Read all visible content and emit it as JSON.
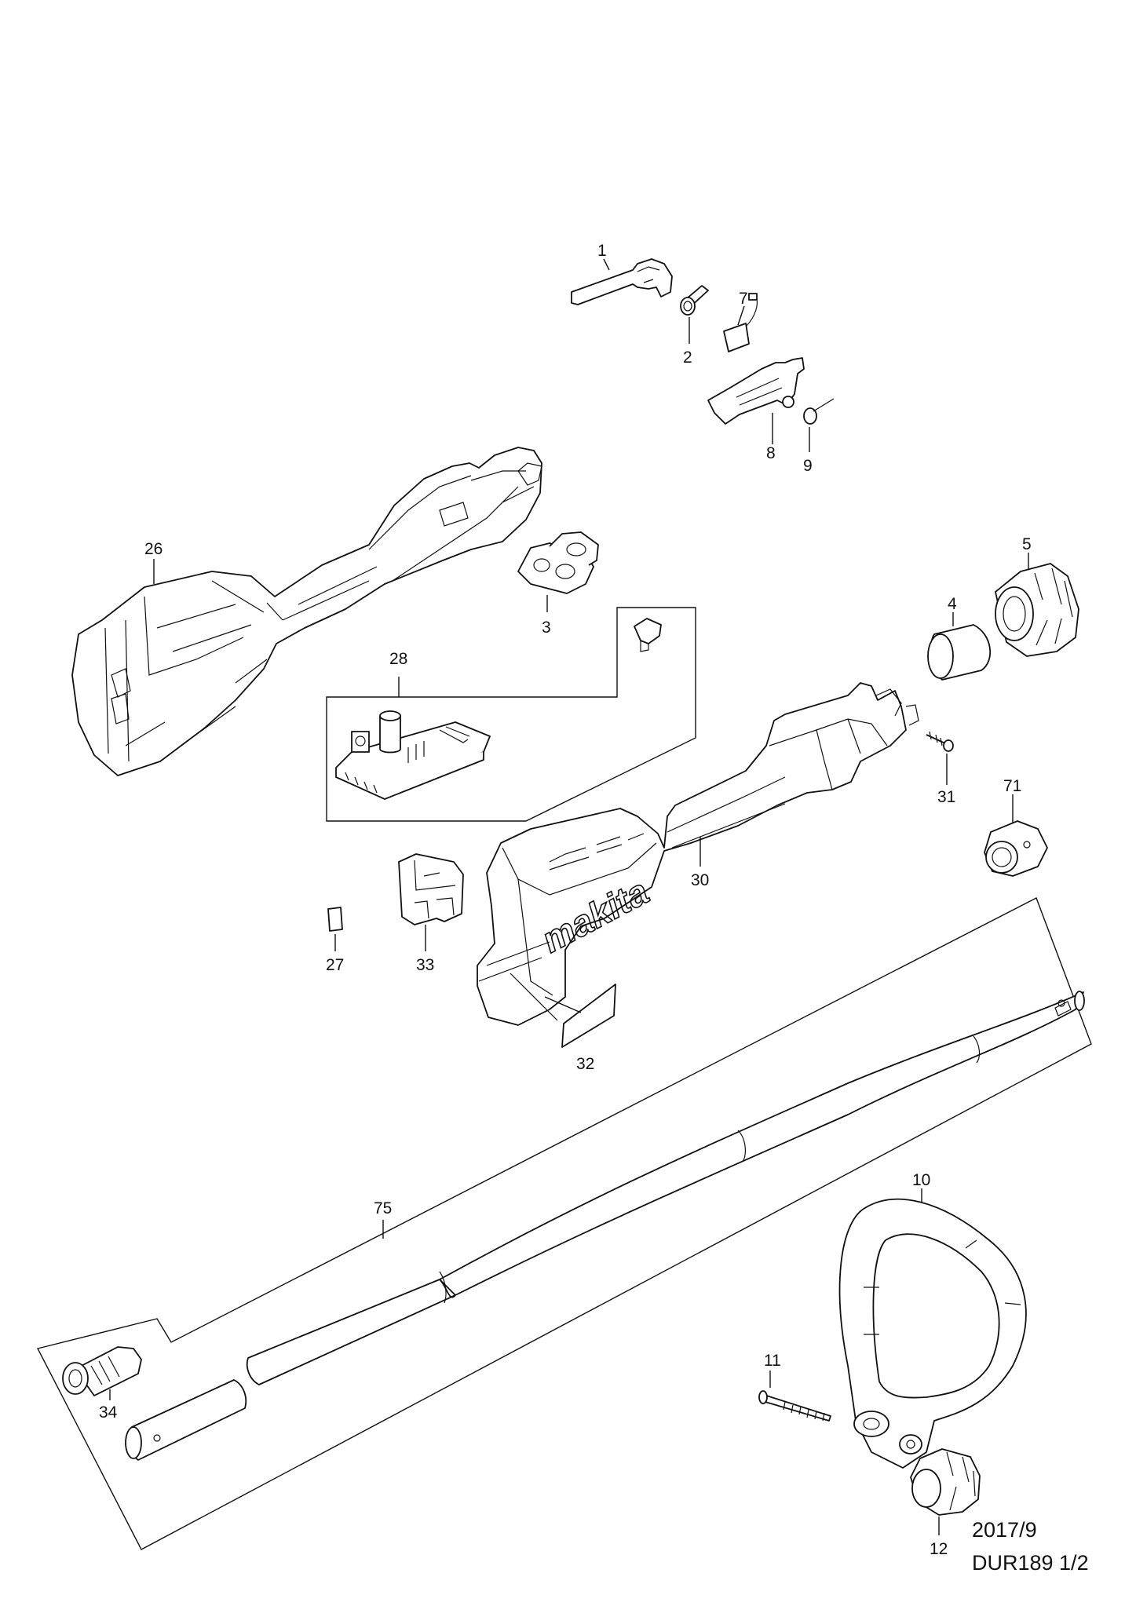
{
  "diagram": {
    "labels": [
      "1",
      "2",
      "7",
      "8",
      "9",
      "26",
      "3",
      "5",
      "4",
      "28",
      "31",
      "71",
      "30",
      "27",
      "33",
      "32",
      "75",
      "10",
      "11",
      "34",
      "12"
    ],
    "footer": {
      "date": "2017/9",
      "model_page": "DUR189 1/2"
    },
    "logo_text": "makita"
  }
}
